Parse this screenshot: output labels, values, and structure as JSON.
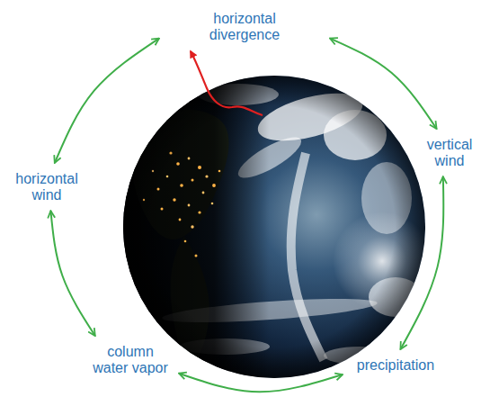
{
  "diagram": {
    "nodes": [
      {
        "text": [
          "horizontal divergence"
        ]
      },
      {
        "text": [
          "horizontal wind"
        ]
      },
      {
        "text": [
          "vertical wind"
        ]
      },
      {
        "text": [
          "column water vapor"
        ]
      },
      {
        "text": [
          "precipitation"
        ]
      }
    ],
    "edges": [
      {
        "from": 0,
        "to": 2,
        "arrow": "both"
      },
      {
        "from": 2,
        "to": 4,
        "arrow": "both"
      },
      {
        "from": 4,
        "to": 3,
        "arrow": "both"
      },
      {
        "from": 3,
        "to": 1,
        "arrow": "both"
      },
      {
        "from": 1,
        "to": 0,
        "arrow": "both"
      }
    ]
  }
}
